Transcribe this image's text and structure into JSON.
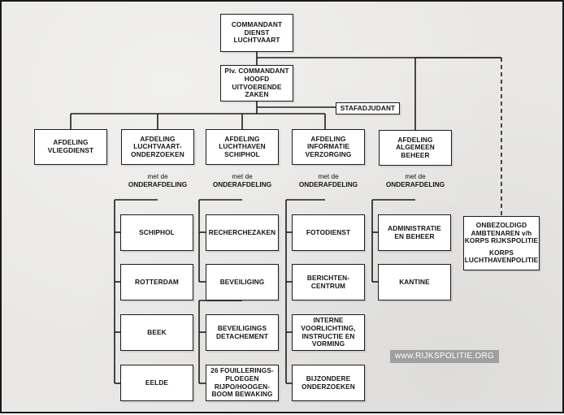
{
  "diagram": {
    "commander": [
      "COMMANDANT",
      "DIENST",
      "LUCHTVAART"
    ],
    "deputy": [
      "Plv. COMMANDANT",
      "HOOFD",
      "UITVOERENDE",
      "ZAKEN"
    ],
    "staff": [
      "STAFADJUDANT"
    ],
    "departments": [
      {
        "label": [
          "AFDELING",
          "VLIEGDIENST"
        ]
      },
      {
        "label": [
          "AFDELING",
          "LUCHTVAART-",
          "ONDERZOEKEN"
        ],
        "caption": [
          "met de",
          "ONDERAFDELING"
        ],
        "units": [
          [
            "SCHIPHOL"
          ],
          [
            "ROTTERDAM"
          ],
          [
            "BEEK"
          ],
          [
            "EELDE"
          ]
        ]
      },
      {
        "label": [
          "AFDELING",
          "LUCHTHAVEN",
          "SCHIPHOL"
        ],
        "caption": [
          "met de",
          "ONDERAFDELING"
        ],
        "units": [
          [
            "RECHERCHEZAKEN"
          ],
          [
            "BEVEILIGING"
          ],
          [
            "BEVEILIGINGS",
            "DETACHEMENT"
          ],
          [
            "26 FOUILLERINGS-",
            "PLOEGEN",
            "RIJPO/HOOGEN-",
            "BOOM BEWAKING"
          ]
        ]
      },
      {
        "label": [
          "AFDELING",
          "INFORMATIE",
          "VERZORGING"
        ],
        "caption": [
          "met de",
          "ONDERAFDELING"
        ],
        "units": [
          [
            "FOTODIENST"
          ],
          [
            "BERICHTEN-",
            "CENTRUM"
          ],
          [
            "INTERNE",
            "VOORLICHTING,",
            "INSTRUCTIE EN",
            "VORMING"
          ],
          [
            "BIJZONDERE",
            "ONDERZOEKEN"
          ]
        ]
      },
      {
        "label": [
          "AFDELING",
          "ALGEMEEN",
          "BEHEER"
        ],
        "caption": [
          "met de",
          "ONDERAFDELING"
        ],
        "units": [
          [
            "ADMINISTRATIE",
            "EN BEHEER"
          ],
          [
            "KANTINE"
          ]
        ]
      }
    ],
    "external": [
      "ONBEZOLDIGD",
      "AMBTENAREN v/h",
      "KORPS RIJKSPOLITIE",
      "",
      "KORPS",
      "LUCHTHAVENPOLITIE"
    ],
    "watermark": "www.RIJKSPOLITIE.ORG",
    "colors": {
      "paper": "#e9e8e6",
      "box": "#ffffff",
      "line": "#1c1c1c",
      "watermark_bg": "#9f9f9f"
    }
  }
}
